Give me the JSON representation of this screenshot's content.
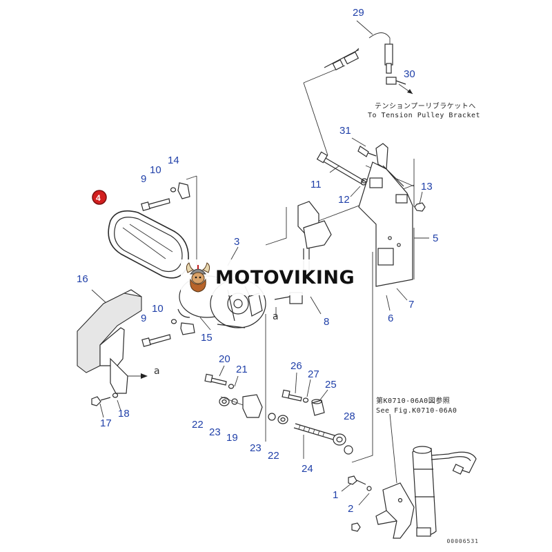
{
  "callouts": [
    "29",
    "30",
    "31",
    "11",
    "12",
    "13",
    "5",
    "14",
    "10",
    "9",
    "4",
    "3",
    "16",
    "10",
    "9",
    "15",
    "7",
    "6",
    "8",
    "20",
    "21",
    "26",
    "27",
    "25",
    "22",
    "23",
    "19",
    "28",
    "17",
    "18",
    "23",
    "22",
    "24",
    "1",
    "2"
  ],
  "highlight_color": "#d21f1f",
  "highlight_index": 10,
  "notes": {
    "tension_jp": "テンションプーリブラケットへ",
    "tension_en": "To Tension Pulley Bracket",
    "see_jp": "第K0710-06A0図参照",
    "see_en": "See Fig.K0710-06A0",
    "arrow_a1": "a",
    "arrow_a2": "a"
  },
  "watermark": {
    "brand": "MOTOVIKING",
    "logo_icon": "viking-head-icon"
  },
  "image_id": "00006531"
}
